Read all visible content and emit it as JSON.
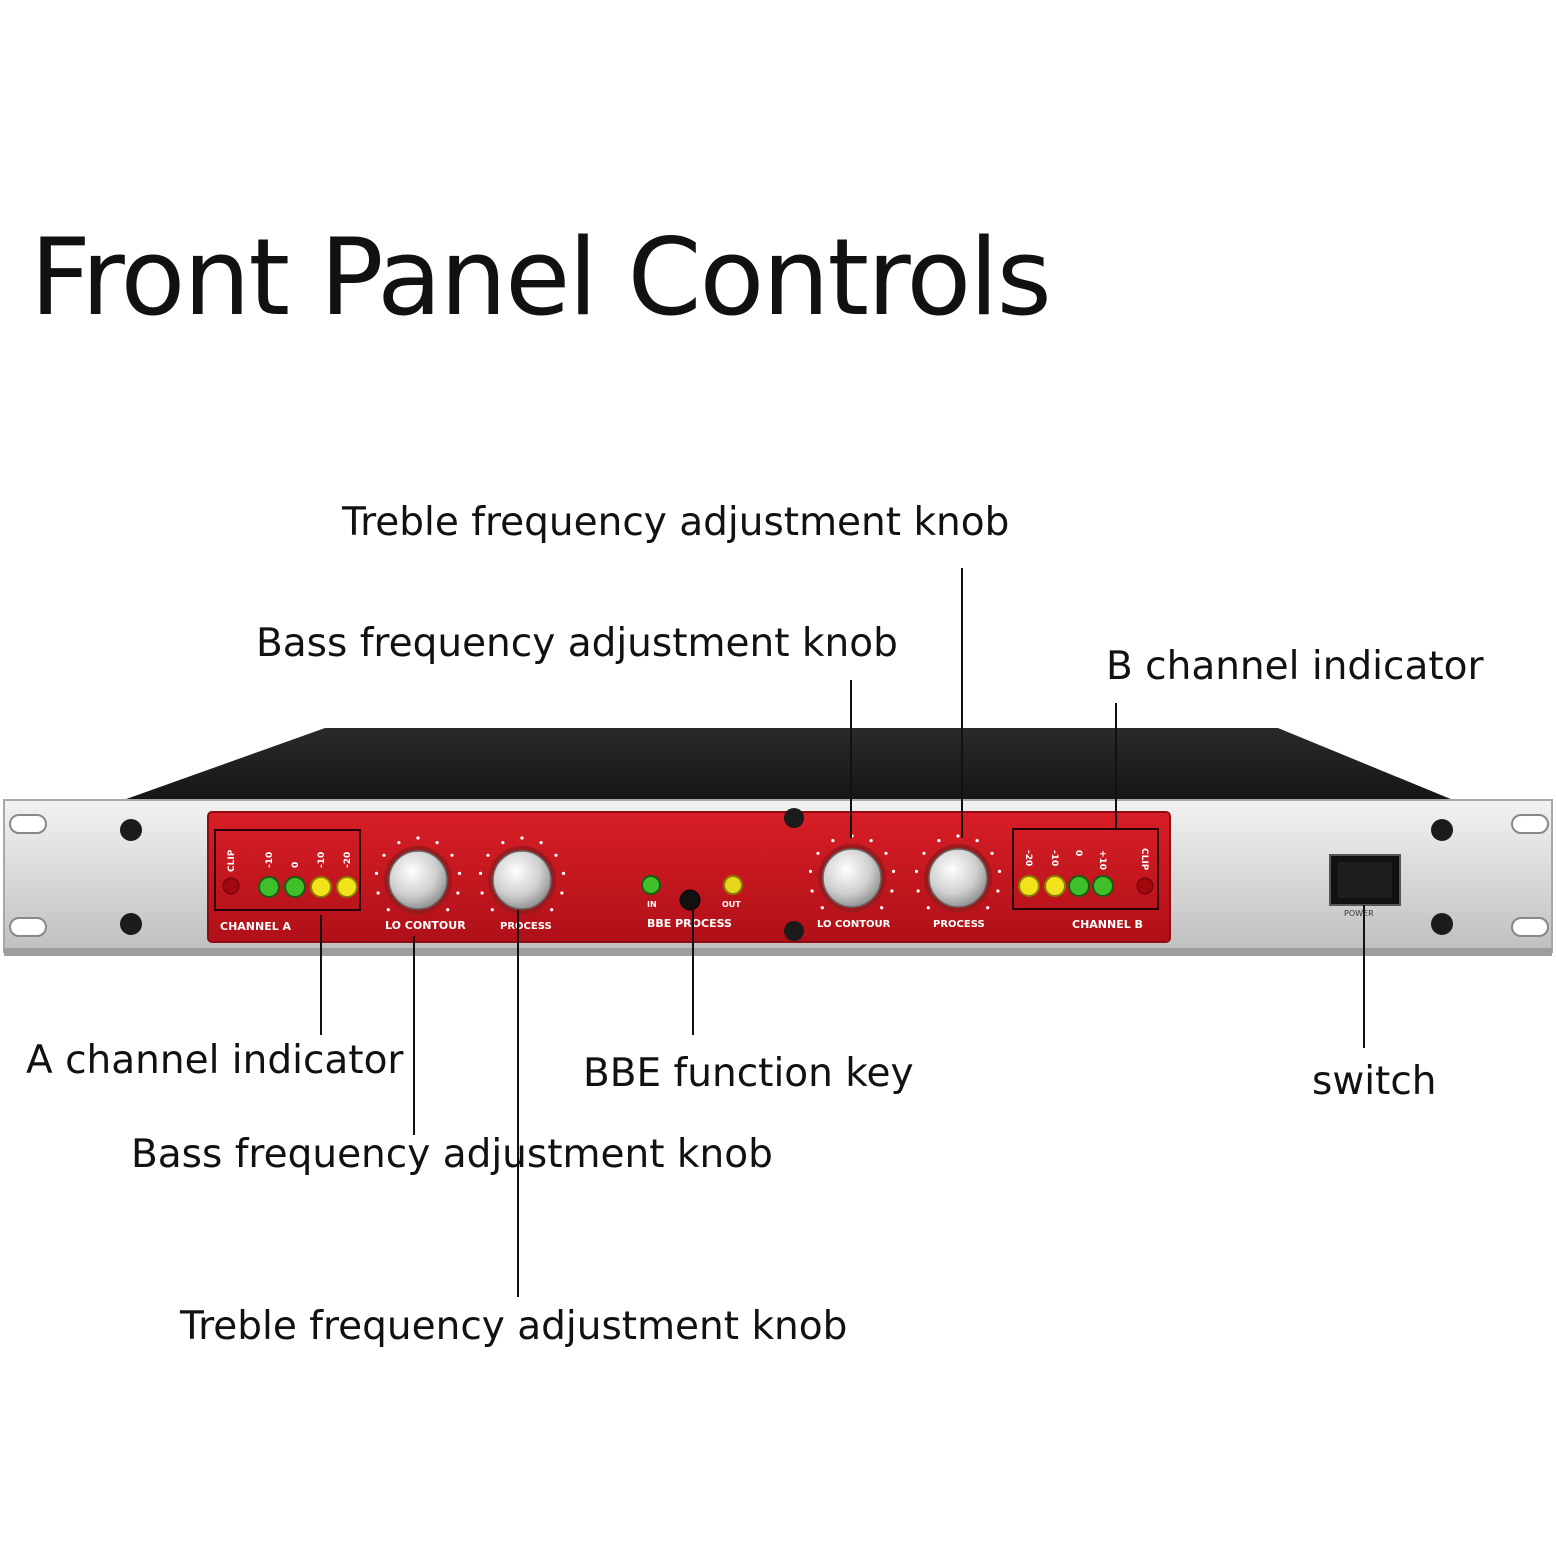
{
  "title": "Front Panel Controls",
  "callouts": {
    "treble_top": "Treble frequency adjustment knob",
    "bass_top": "Bass frequency adjustment knob",
    "b_channel": "B channel indicator",
    "a_channel": "A channel indicator",
    "bbe_key": "BBE function key",
    "switch": "switch",
    "bass_bottom": "Bass frequency adjustment knob",
    "treble_bottom": "Treble frequency adjustment knob"
  },
  "panel": {
    "channel_a": "CHANNEL  A",
    "channel_b": "CHANNEL  B",
    "clip": "CLIP",
    "lo_contour": "LO CONTOUR",
    "process": "PROCESS",
    "bbe_process": "BBE PROCESS",
    "in": "IN",
    "out": "OUT",
    "power": "POWER",
    "meter_a": [
      "-10",
      "0",
      "-10",
      "-20"
    ],
    "meter_b": [
      "-20",
      "-10",
      "0",
      "+10"
    ]
  },
  "colors": {
    "panel_red": "#c8141c",
    "led_green": "#3fbf2a",
    "led_yellow": "#f2e21a"
  }
}
